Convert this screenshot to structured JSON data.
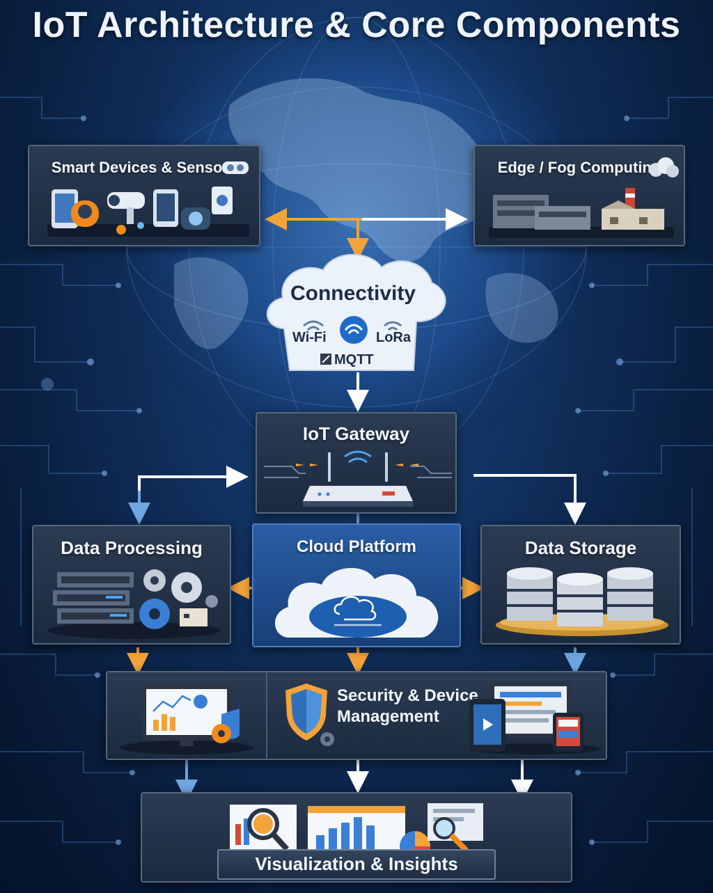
{
  "title": "IoT Architecture & Core Components",
  "nodes": {
    "smart_devices": {
      "label": "Smart Devices & Sensors"
    },
    "edge_fog": {
      "label": "Edge / Fog Computing"
    },
    "connectivity": {
      "label": "Connectivity",
      "protocols": [
        "Wi-Fi",
        "LoRa",
        "MQTT"
      ]
    },
    "gateway": {
      "label": "IoT Gateway"
    },
    "data_processing": {
      "label": "Data Processing"
    },
    "cloud_platform": {
      "label": "Cloud Platform"
    },
    "data_storage": {
      "label": "Data Storage"
    },
    "security": {
      "label_line1": "Security & Device",
      "label_line2": "Management"
    },
    "visualization": {
      "label": "Visualization & Insights"
    }
  },
  "colors": {
    "accent_orange": "#f2a33a",
    "accent_blue": "#6fa6e0",
    "arrow_white": "#ffffff",
    "panel_bg": "#223149",
    "cloud_blue": "#2a5ea5"
  }
}
